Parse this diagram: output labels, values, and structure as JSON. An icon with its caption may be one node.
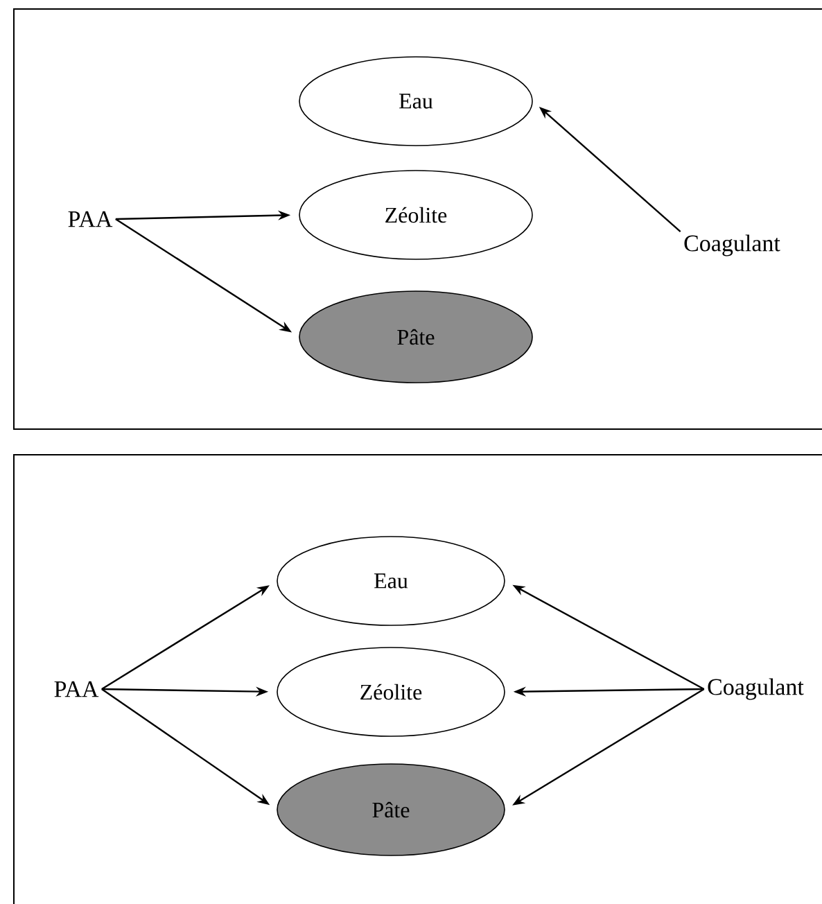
{
  "diagram": {
    "nodes": [
      {
        "text": [],
        "shape": "box"
      },
      {
        "text": [
          "Eau"
        ],
        "in": 0
      },
      {
        "text": [
          "PAA"
        ],
        "in": 0
      },
      {
        "text": [
          "Zéolite"
        ],
        "in": 0
      },
      {
        "text": [
          "Coagulant"
        ],
        "in": 0
      },
      {
        "text": [
          "Pâte"
        ],
        "in": 0
      },
      {
        "text": [],
        "shape": "box"
      },
      {
        "text": [
          "Eau"
        ],
        "in": 6
      },
      {
        "text": [
          "PAA"
        ],
        "in": 6
      },
      {
        "text": [
          "Zéolite"
        ],
        "in": 6
      },
      {
        "text": [
          "Coagulant"
        ],
        "in": 6
      },
      {
        "text": [
          "Pâte"
        ],
        "in": 6
      }
    ],
    "edges": [
      {
        "from": 2,
        "to": 3,
        "arrow": "to"
      },
      {
        "from": 2,
        "to": 5,
        "arrow": "to"
      },
      {
        "from": 4,
        "to": 1,
        "arrow": "to"
      },
      {
        "from": 8,
        "to": 7,
        "arrow": "to"
      },
      {
        "from": 8,
        "to": 9,
        "arrow": "to"
      },
      {
        "from": 8,
        "to": 11,
        "arrow": "to"
      },
      {
        "from": 10,
        "to": 7,
        "arrow": "to"
      },
      {
        "from": 10,
        "to": 9,
        "arrow": "to"
      },
      {
        "from": 10,
        "to": 11,
        "arrow": "to"
      }
    ]
  }
}
